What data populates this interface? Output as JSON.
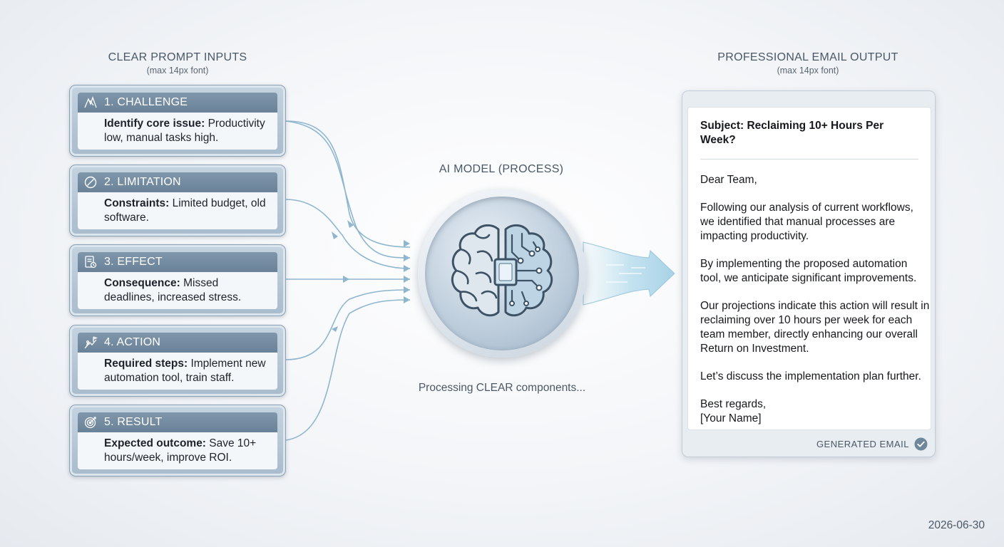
{
  "inputs_header": {
    "title": "CLEAR PROMPT INPUTS",
    "subtitle": "(max 14px font)"
  },
  "inputs": [
    {
      "icon": "chart-peaks-icon",
      "title": "1. CHALLENGE",
      "label": "Identify core issue:",
      "text": "Productivity low, manual tasks high."
    },
    {
      "icon": "no-entry-icon",
      "title": "2. LIMITATION",
      "label": "Constraints:",
      "text": "Limited budget, old software."
    },
    {
      "icon": "document-clock-icon",
      "title": "3. EFFECT",
      "label": "Consequence:",
      "text": "Missed deadlines, increased stress."
    },
    {
      "icon": "climber-flag-icon",
      "title": "4. ACTION",
      "label": "Required steps:",
      "text": "Implement new automation tool, train staff."
    },
    {
      "icon": "target-icon",
      "title": "5. RESULT",
      "label": "Expected outcome:",
      "text": "Save 10+ hours/week, improve ROI."
    }
  ],
  "model": {
    "title": "AI MODEL (PROCESS)",
    "caption": "Processing CLEAR components...",
    "icon": "brain-circuit-icon"
  },
  "output_header": {
    "title": "PROFESSIONAL EMAIL OUTPUT",
    "subtitle": "(max 14px font)"
  },
  "email": {
    "subject": "Subject: Reclaiming 10+ Hours Per Week?",
    "greeting": "Dear Team,",
    "paragraphs": [
      "Following our analysis of current workflows, we identified that manual processes are impacting productivity.",
      "By implementing the proposed automation tool, we anticipate significant improvements.",
      "Our projections indicate this action will result in reclaiming over 10 hours per week for each team member, directly enhancing our overall Return on Investment.",
      "Let’s discuss the implementation plan further."
    ],
    "signoff": "Best regards,",
    "signature": "[Your Name]",
    "footer_label": "GENERATED EMAIL",
    "footer_icon": "check-circle-icon"
  },
  "date": "2026-06-30",
  "colors": {
    "card_header": "#6f879c",
    "flow_line": "#8fb6cf",
    "accent_arrow": "#a9d3e6",
    "text_muted": "#4a5866"
  }
}
